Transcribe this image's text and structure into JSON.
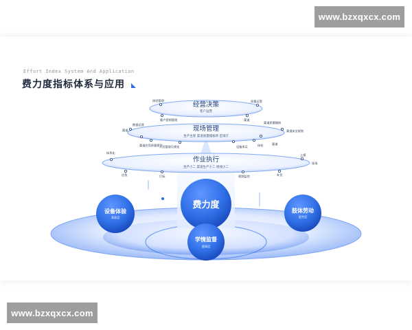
{
  "watermark": {
    "top": "www.bzxqxcx.com",
    "bottom": "www.bzxqxcx.com"
  },
  "header": {
    "subtitle": "Effort Index System And Application",
    "title": "费力度指标体系与应用"
  },
  "tiers": [
    {
      "name": "经营决策",
      "sub": "客户运营"
    },
    {
      "name": "现场管理",
      "sub": "生产主管    渠道质量稽核师    区域IT"
    },
    {
      "name": "作业执行",
      "sub": "生产小二    渠道生产小二    视线小二"
    }
  ],
  "tier_labels": {
    "t1": [
      "体验管理",
      "客户营销管理",
      "渠道",
      "质量运营"
    ],
    "t2": [
      "渠道",
      "数据运营",
      "渠道应用质量规划",
      "人员管理可视化",
      "设备采买",
      "体检",
      "渠道",
      "渠道质量稽核",
      "渠道安全规划"
    ],
    "t3": [
      "体系化",
      "应急",
      "打标",
      "视频监控",
      "补货",
      "上报",
      "现场"
    ]
  },
  "bubbles": {
    "center": {
      "title": "费力度"
    },
    "left": {
      "title": "设备体验",
      "sub": "满意度"
    },
    "right": {
      "title": "肢体劳动",
      "sub": "疲劳度"
    },
    "bottom": {
      "title": "学情监督",
      "sub": "健康度"
    }
  },
  "colors": {
    "primary": "#2f6fe6",
    "deep": "#1d4fd0",
    "light": "#e4eeff",
    "ring": "#8fb2f5"
  }
}
